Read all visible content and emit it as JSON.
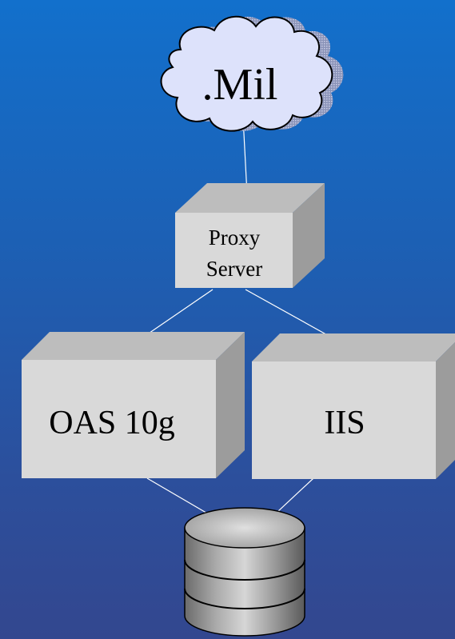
{
  "diagram": {
    "cloud_label": ".Mil",
    "proxy_label_line1": "Proxy",
    "proxy_label_line2": "Server",
    "oas_label": "OAS 10g",
    "iis_label": "IIS",
    "database_label": ""
  },
  "colors": {
    "background_top": "#1270cc",
    "background_bottom": "#33478f",
    "cloud_fill": "#dde2fb",
    "box_front": "#d9d9d9",
    "box_top": "#bdbdbd",
    "box_side": "#9c9c9c",
    "connector": "#ffffff"
  }
}
